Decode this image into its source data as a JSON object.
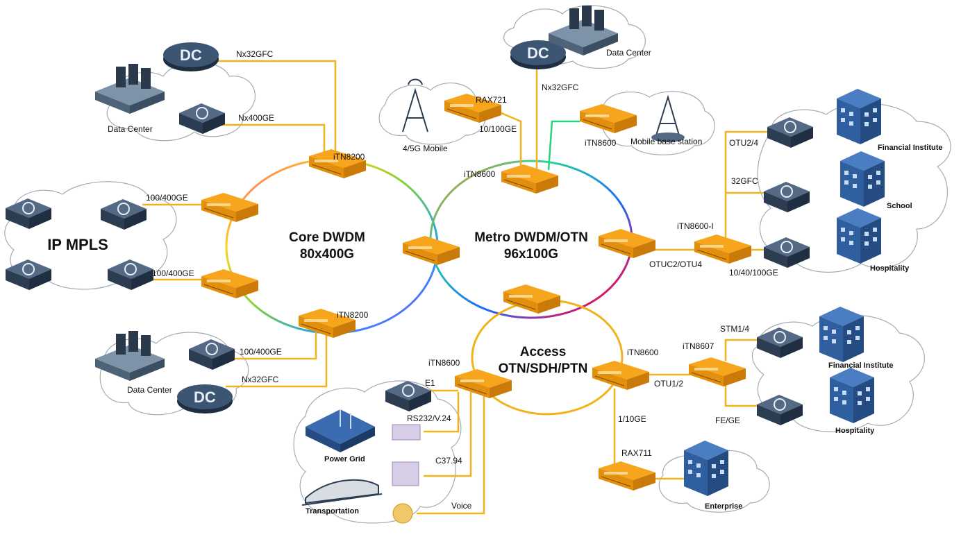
{
  "rings": {
    "core": {
      "line1": "Core DWDM",
      "line2": "80x400G"
    },
    "metro": {
      "line1": "Metro DWDM/OTN",
      "line2": "96x100G"
    },
    "access": {
      "line1": "Access",
      "line2": "OTN/SDH/PTN"
    }
  },
  "cloud_ipmpls": "IP MPLS",
  "devices": {
    "core_top": "iTN8200",
    "core_bottom": "iTN8200",
    "metro_top": "iTN8600",
    "metro_base": "iTN8600",
    "metro_right": "iTN8600-I",
    "access_right": "iTN8600",
    "access_left": "iTN8600",
    "access_far_right": "iTN8607",
    "rax721": "RAX721",
    "rax711": "RAX711"
  },
  "links": {
    "nx32gfc_top": "Nx32GFC",
    "nx400ge": "Nx400GE",
    "ge_100_400_a": "100/400GE",
    "ge_100_400_b": "100/400GE",
    "ge_100_400_c": "100/400GE",
    "nx32gfc_bottom": "Nx32GFC",
    "nx32gfc_metro": "Nx32GFC",
    "ge_10_100": "10/100GE",
    "otu2_4": "OTU2/4",
    "gfc32": "32GFC",
    "otuc2_otu4": "OTUC2/OTU4",
    "ge_10_40_100": "10/40/100GE",
    "stm1_4": "STM1/4",
    "otu1_2": "OTU1/2",
    "fe_ge": "FE/GE",
    "ge_1_10": "1/10GE",
    "e1": "E1",
    "rs232": "RS232/V.24",
    "c3794": "C37.94",
    "voice": "Voice"
  },
  "sites": {
    "dc_top_left": "Data Center",
    "dc_top_right": "Data Center",
    "dc_bottom_left": "Data Center",
    "mobile_45g": "4/5G Mobile",
    "mobile_bs": "Mobile base station",
    "financial_1": "Financial Institute",
    "school": "School",
    "hospitality_1": "Hospitality",
    "financial_2": "Financial Institute",
    "hospitality_2": "Hospitality",
    "enterprise": "Enterprise",
    "power_grid": "Power Grid",
    "transportation": "Transportation"
  },
  "colors": {
    "link": "#f2b21b",
    "device_top": "#f6a21a",
    "device_side": "#c9780c",
    "building": "#2f5f9e",
    "switch": "#3b4f66",
    "cloud_stroke": "#9aa3ad"
  }
}
